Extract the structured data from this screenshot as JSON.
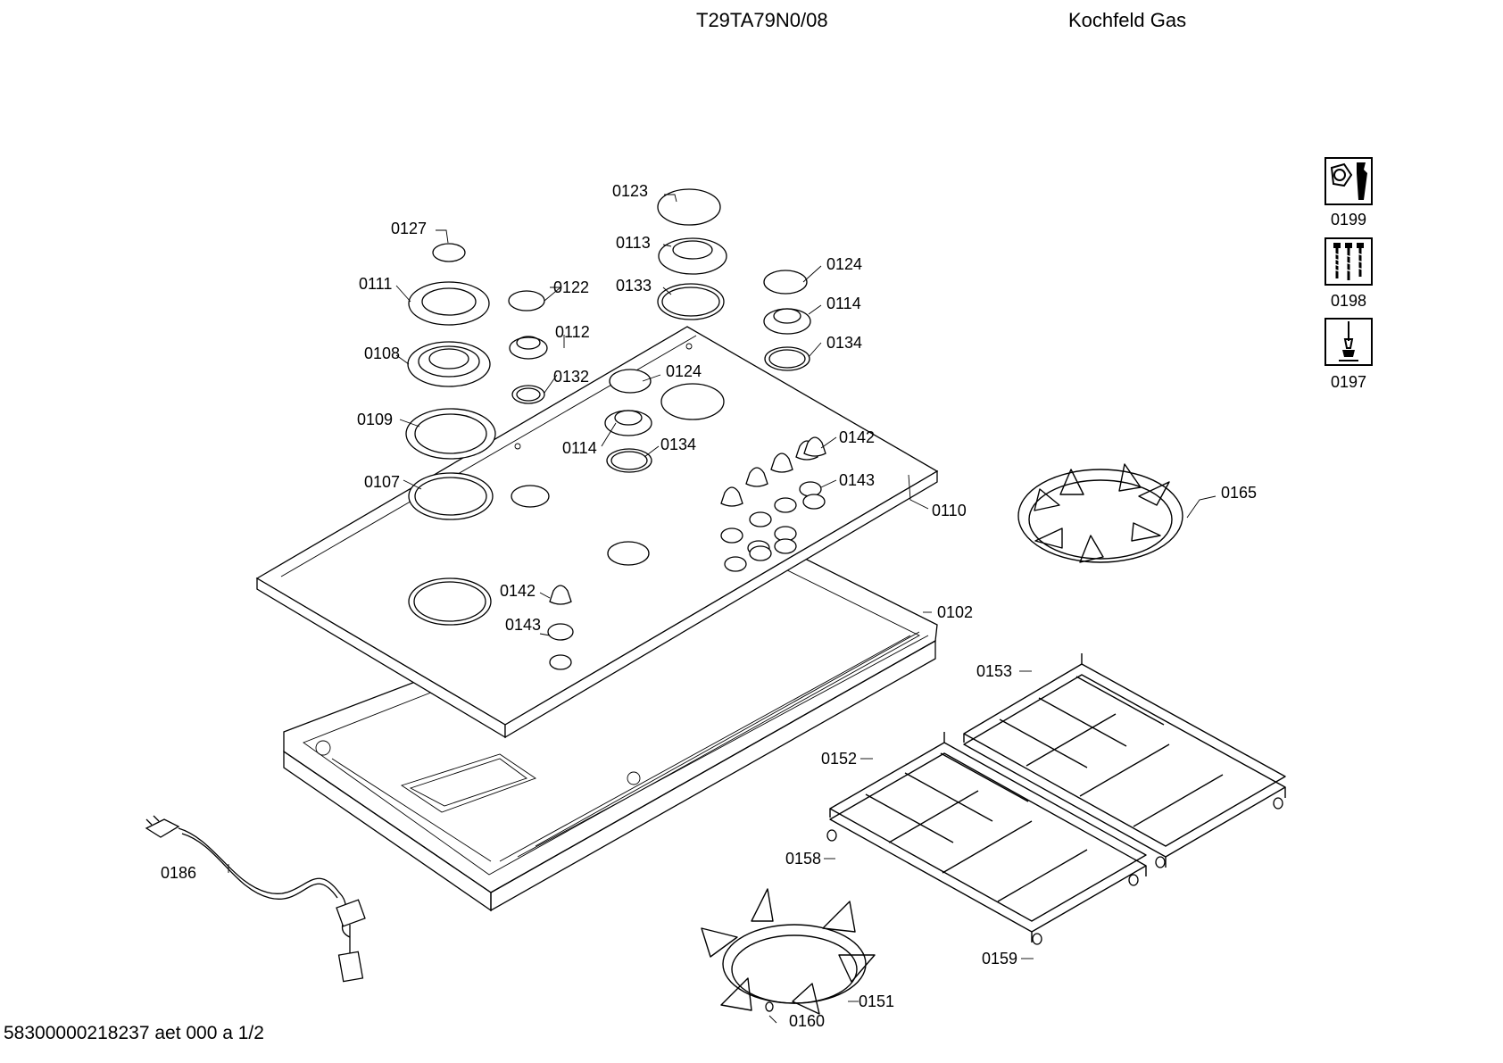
{
  "header": {
    "model": "T29TA79N0/08",
    "description": "Kochfeld Gas"
  },
  "footer": {
    "document_id": "58300000218237 aet 000 a 1/2"
  },
  "side_items": [
    {
      "label": "0199",
      "icon": "wrench-nut-icon"
    },
    {
      "label": "0198",
      "icon": "screws-icon"
    },
    {
      "label": "0197",
      "icon": "screwdriver-icon"
    }
  ],
  "part_labels": [
    "0123",
    "0127",
    "0113",
    "0111",
    "0122",
    "0133",
    "0124",
    "0114",
    "0112",
    "0108",
    "0134",
    "0132",
    "0124",
    "0109",
    "0114",
    "0134",
    "0142",
    "0143",
    "0107",
    "0110",
    "0165",
    "0142",
    "0102",
    "0143",
    "0153",
    "0152",
    "0186",
    "0158",
    "0159",
    "0151",
    "0160"
  ]
}
